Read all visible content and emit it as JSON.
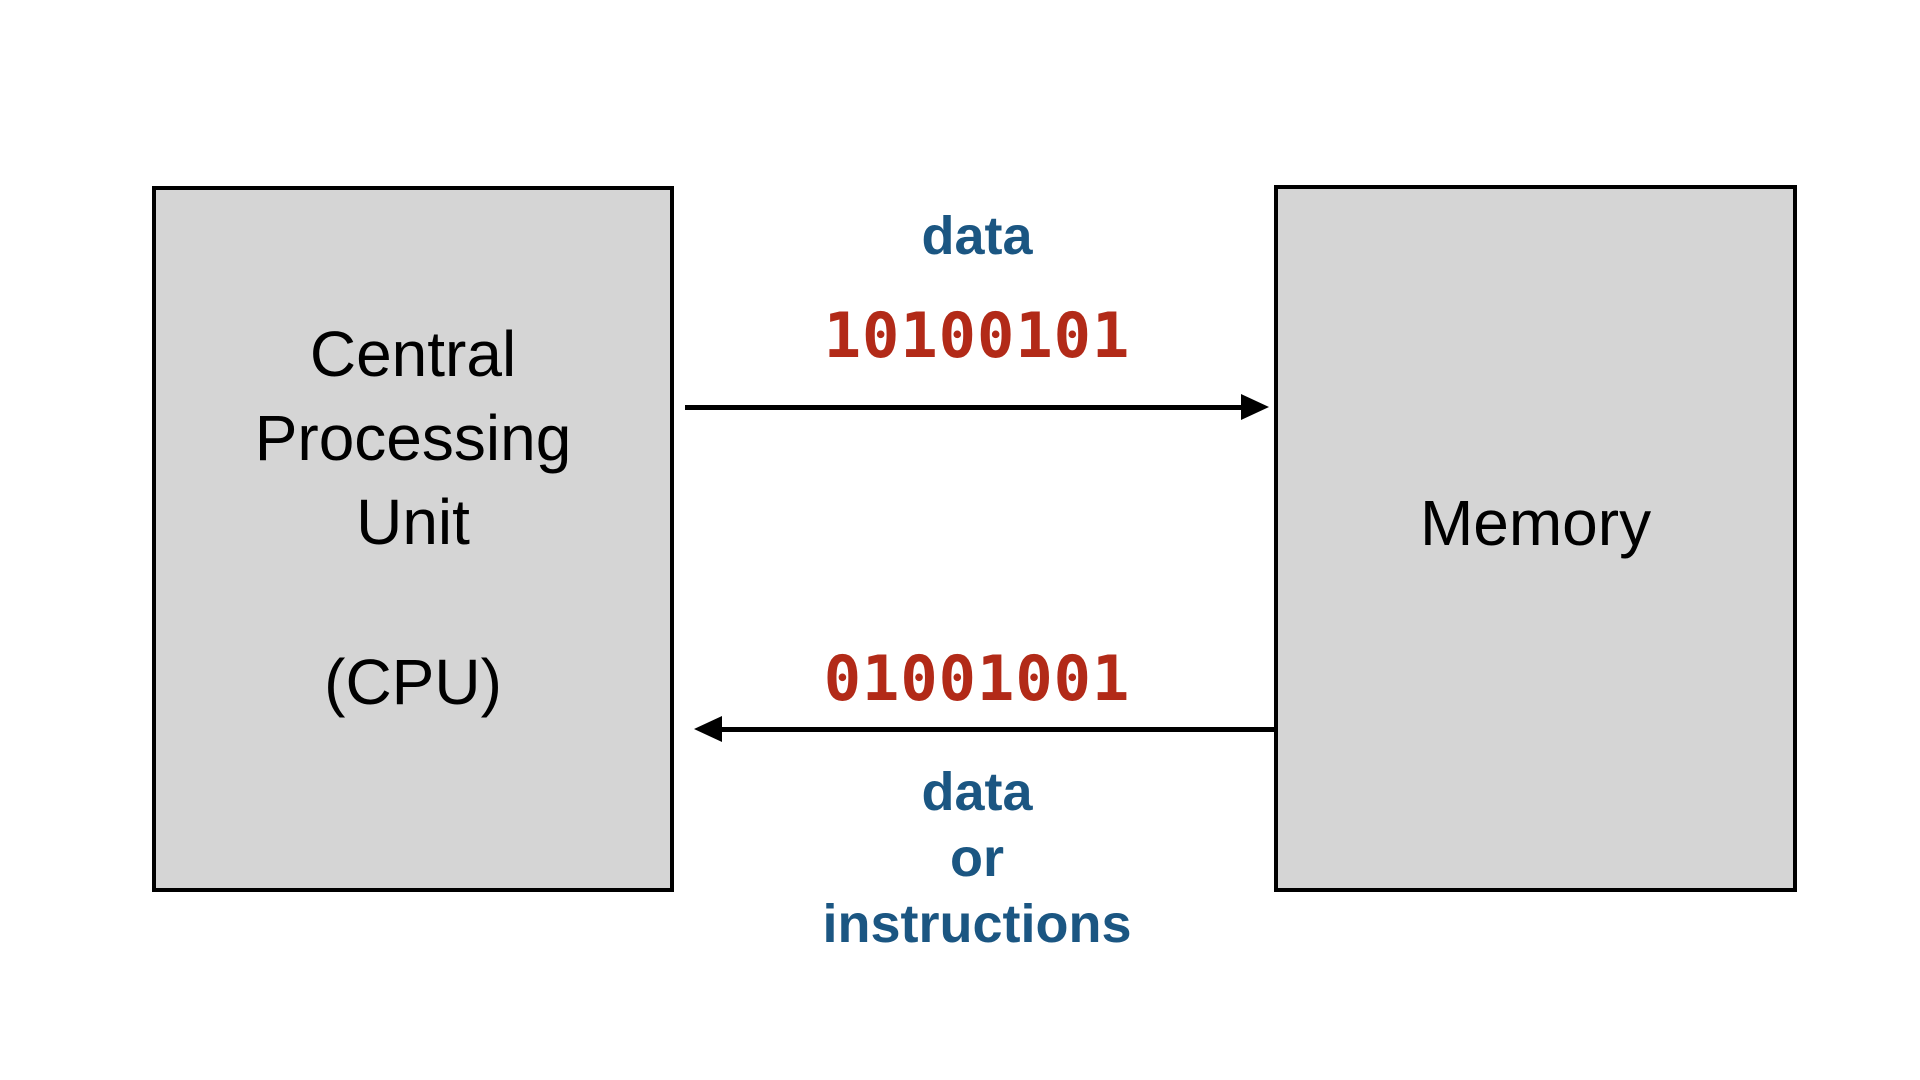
{
  "colors": {
    "label_blue": "#1b5682",
    "binary_red": "#b22a18",
    "box_fill": "#d5d5d5",
    "box_border": "#000000",
    "arrow_black": "#000000",
    "background": "#ffffff"
  },
  "cpu_box": {
    "lines": [
      "Central",
      "Processing",
      "Unit"
    ],
    "abbr": "(CPU)"
  },
  "memory_box": {
    "label": "Memory"
  },
  "top_channel": {
    "label": "data",
    "binary": "10100101"
  },
  "bottom_channel": {
    "binary": "01001001",
    "label_lines": [
      "data",
      "or",
      "instructions"
    ]
  }
}
